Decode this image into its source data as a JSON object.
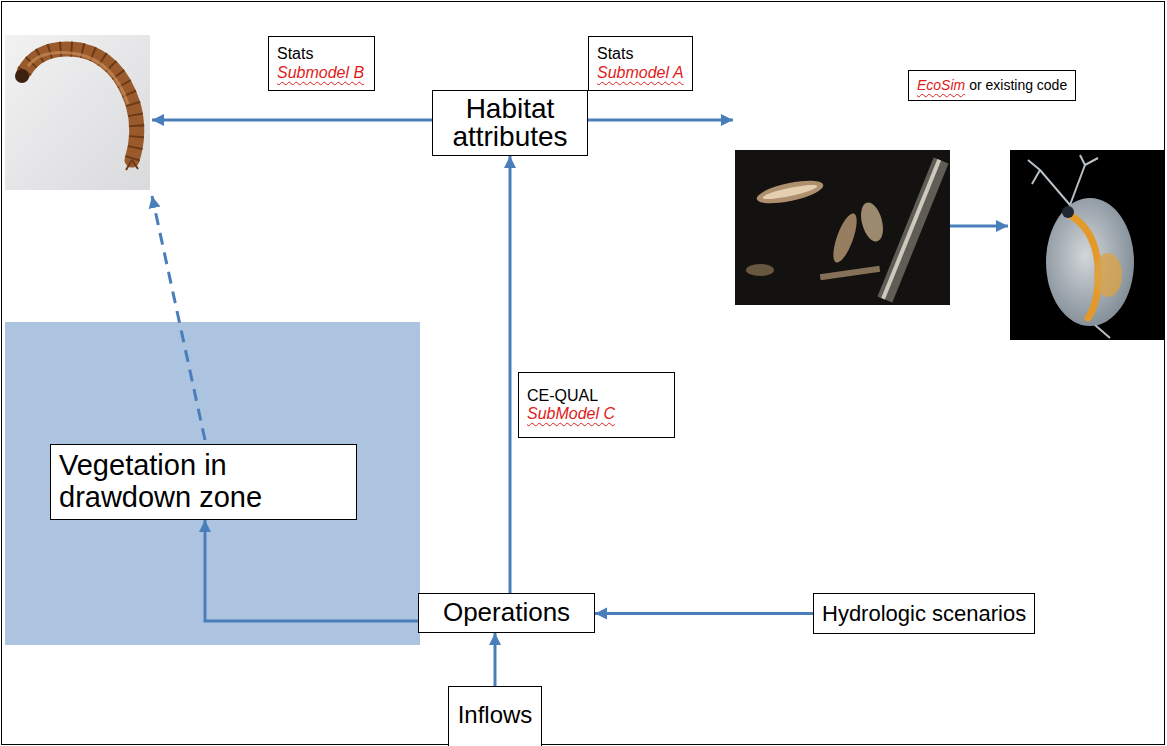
{
  "diagram": {
    "nodes": [
      {
        "text": [
          "Stats",
          "Submodel B"
        ]
      },
      {
        "text": [
          "Habitat attributes"
        ]
      },
      {
        "text": [
          "Stats",
          "Submodel A"
        ]
      },
      {
        "text": [
          "EcoSim",
          "or existing code"
        ]
      },
      {
        "text": [
          "CE-QUAL",
          "SubModel C"
        ]
      },
      {
        "text": [
          "Vegetation in drawdown zone"
        ]
      },
      {
        "text": [
          "Operations"
        ]
      },
      {
        "text": [
          "Hydrologic scenarios"
        ]
      },
      {
        "text": [
          "Inflows"
        ]
      }
    ],
    "edges": [
      {
        "from": 6,
        "to": 1,
        "arrow": "to"
      },
      {
        "from": 6,
        "to": 5,
        "arrow": "to"
      },
      {
        "from": 7,
        "to": 6,
        "arrow": "to"
      },
      {
        "from": 8,
        "to": 6,
        "arrow": "to"
      }
    ]
  }
}
